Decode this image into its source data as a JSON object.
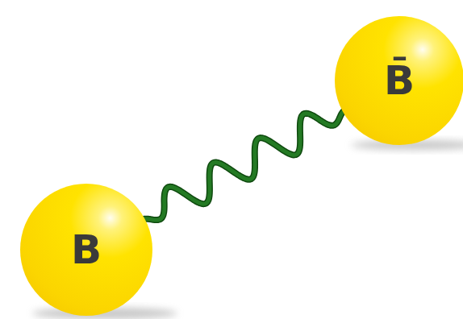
{
  "diagram": {
    "nodes": [
      {
        "text": [
          "B̄"
        ]
      },
      {
        "text": [
          "B"
        ]
      }
    ],
    "edges": [
      {
        "from": 1,
        "to": 0,
        "arrow": "none"
      }
    ]
  }
}
